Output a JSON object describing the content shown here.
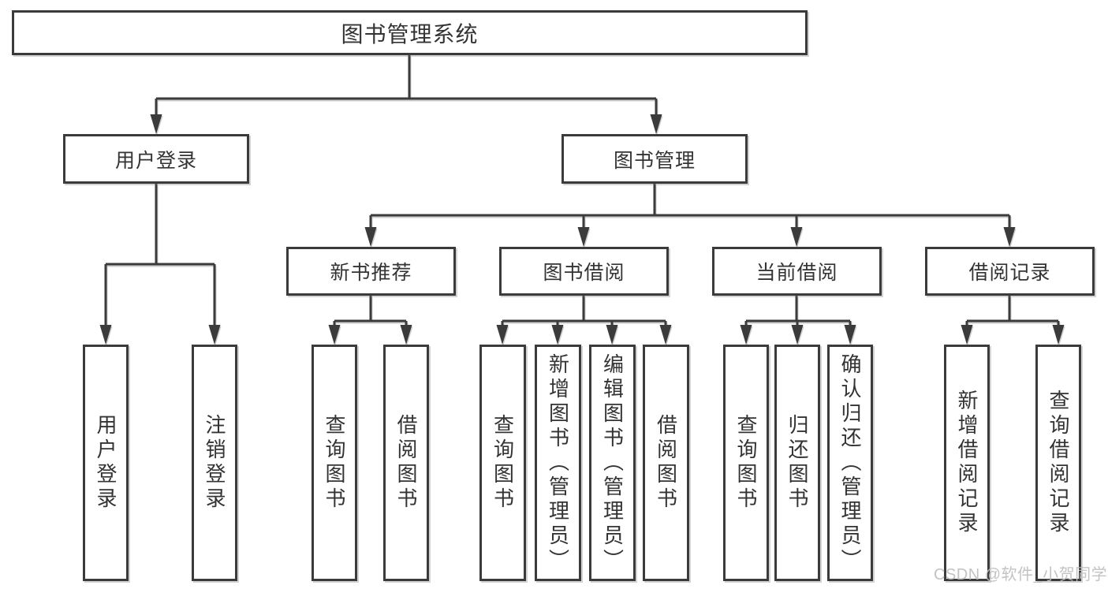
{
  "tree": {
    "label": "图书管理系统",
    "children": [
      {
        "label": "用户登录",
        "children": [
          {
            "label": "用户登录"
          },
          {
            "label": "注销登录"
          }
        ]
      },
      {
        "label": "图书管理",
        "children": [
          {
            "label": "新书推荐",
            "children": [
              {
                "label": "查询图书"
              },
              {
                "label": "借阅图书"
              }
            ]
          },
          {
            "label": "图书借阅",
            "children": [
              {
                "label": "查询图书"
              },
              {
                "label": "新增图书（管理员）"
              },
              {
                "label": "编辑图书（管理员）"
              },
              {
                "label": "借阅图书"
              }
            ]
          },
          {
            "label": "当前借阅",
            "children": [
              {
                "label": "查询图书"
              },
              {
                "label": "归还图书"
              },
              {
                "label": "确认归还（管理员）"
              }
            ]
          },
          {
            "label": "借阅记录",
            "children": [
              {
                "label": "新增借阅记录"
              },
              {
                "label": "查询借阅记录"
              }
            ]
          }
        ]
      }
    ]
  },
  "watermark": "CSDN @软件_小贺同学",
  "colors": {
    "line": "#3b3b3b",
    "text": "#333333",
    "background": "#ffffff",
    "watermark": "#bdbdbd"
  }
}
